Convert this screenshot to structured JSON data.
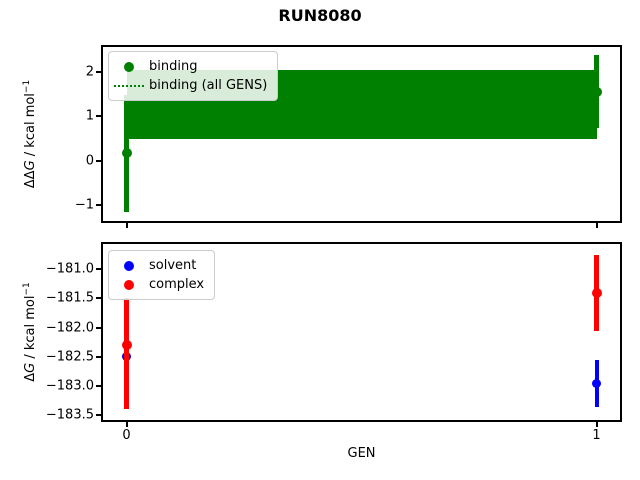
{
  "title": "RUN8080",
  "colors": {
    "binding": "#008000",
    "solvent": "#0000ff",
    "complex": "#ff0000",
    "spine": "#000000",
    "legend_border": "#cccccc"
  },
  "chart_data": [
    {
      "type": "scatter",
      "title": "",
      "xlabel": "",
      "ylabel": "ΔΔG / kcal mol⁻¹",
      "ylabel_parts": {
        "pre": "ΔΔ",
        "sym": "G",
        "post": " / kcal mol",
        "sup": "−1"
      },
      "xlim": [
        -0.05,
        1.05
      ],
      "ylim": [
        -1.35,
        2.56
      ],
      "grid": false,
      "legend_position": "upper-left",
      "yticks": [
        {
          "v": 2,
          "label": "2"
        },
        {
          "v": 1,
          "label": "1"
        },
        {
          "v": 0,
          "label": "0"
        },
        {
          "v": -1,
          "label": "−1"
        }
      ],
      "xticks": [
        {
          "v": 0,
          "label": ""
        },
        {
          "v": 1,
          "label": ""
        }
      ],
      "series": [
        {
          "name": "binding",
          "color": "#008000",
          "x": [
            0,
            1
          ],
          "y": [
            0.17,
            1.55
          ],
          "err_lo": [
            -1.15,
            0.73
          ],
          "err_hi": [
            1.49,
            2.37
          ]
        }
      ],
      "band": {
        "name": "binding (all GENS)",
        "color": "#008000",
        "x": [
          0,
          1
        ],
        "lo": 0.49,
        "hi": 2.05,
        "mean": 1.27
      },
      "legend": {
        "entries": [
          {
            "label": "binding",
            "marker": "dot"
          },
          {
            "label": "binding (all GENS)",
            "marker": "dotted-line"
          }
        ]
      }
    },
    {
      "type": "scatter",
      "title": "",
      "xlabel": "GEN",
      "ylabel": "ΔG / kcal mol⁻¹",
      "ylabel_parts": {
        "pre": "Δ",
        "sym": "G",
        "post": " / kcal mol",
        "sup": "−1"
      },
      "xlim": [
        -0.05,
        1.05
      ],
      "ylim": [
        -183.58,
        -180.57
      ],
      "grid": false,
      "legend_position": "upper-left",
      "yticks": [
        {
          "v": -181.0,
          "label": "−181.0"
        },
        {
          "v": -181.5,
          "label": "−181.5"
        },
        {
          "v": -182.0,
          "label": "−182.0"
        },
        {
          "v": -182.5,
          "label": "−182.5"
        },
        {
          "v": -183.0,
          "label": "−183.0"
        },
        {
          "v": -183.5,
          "label": "−183.5"
        }
      ],
      "xticks": [
        {
          "v": 0,
          "label": "0"
        },
        {
          "v": 1,
          "label": "1"
        }
      ],
      "series": [
        {
          "name": "solvent",
          "color": "#0000ff",
          "x": [
            0,
            1
          ],
          "y": [
            -182.5,
            -182.95
          ],
          "err_lo": [
            -183.12,
            -183.35
          ],
          "err_hi": [
            -181.87,
            -182.55
          ]
        },
        {
          "name": "complex",
          "color": "#ff0000",
          "x": [
            0,
            1
          ],
          "y": [
            -182.3,
            -181.4
          ],
          "err_lo": [
            -183.4,
            -182.05
          ],
          "err_hi": [
            -181.5,
            -180.75
          ]
        }
      ],
      "legend": {
        "entries": [
          {
            "label": "solvent",
            "marker": "dot"
          },
          {
            "label": "complex",
            "marker": "dot"
          }
        ]
      }
    }
  ]
}
